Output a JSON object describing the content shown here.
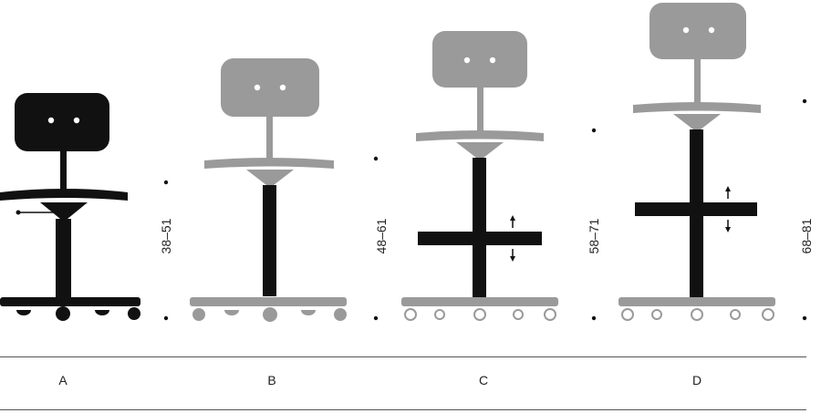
{
  "colors": {
    "black": "#111111",
    "grey": "#9a9a9a",
    "rule": "#555555"
  },
  "chairs": [
    {
      "label": "A",
      "style": "black"
    },
    {
      "label": "B",
      "style": "grey"
    },
    {
      "label": "C",
      "style": "grey-adjustable"
    },
    {
      "label": "D",
      "style": "grey-adjustable-tall"
    }
  ],
  "height_ranges": [
    "38–51",
    "48–61",
    "58–71",
    "68–81"
  ]
}
